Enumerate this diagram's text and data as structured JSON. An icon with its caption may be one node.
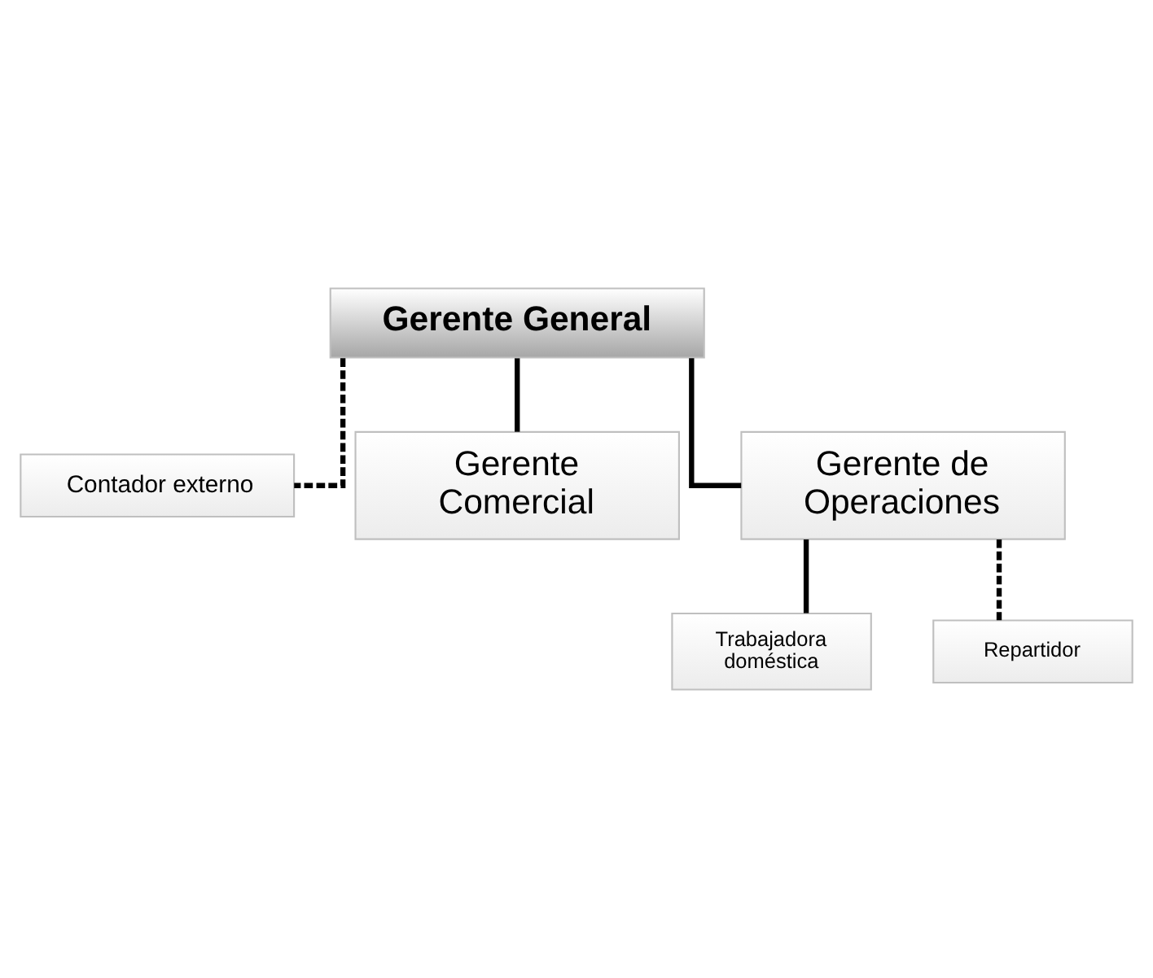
{
  "diagram": {
    "nodes": [
      {
        "text": [
          "Gerente General"
        ]
      },
      {
        "text": [
          "Contador externo"
        ]
      },
      {
        "text": [
          "Gerente Comercial"
        ]
      },
      {
        "text": [
          "Gerente de Operaciones"
        ]
      },
      {
        "text": [
          "Trabajadora doméstica"
        ]
      },
      {
        "text": [
          "Repartidor"
        ]
      }
    ],
    "edges": [
      {
        "from": 0,
        "to": 1,
        "arrow": "none",
        "style": "dashed"
      },
      {
        "from": 0,
        "to": 2,
        "arrow": "none"
      },
      {
        "from": 0,
        "to": 3,
        "arrow": "none"
      },
      {
        "from": 3,
        "to": 4,
        "arrow": "none"
      },
      {
        "from": 3,
        "to": 5,
        "arrow": "none",
        "style": "dashed"
      }
    ]
  }
}
